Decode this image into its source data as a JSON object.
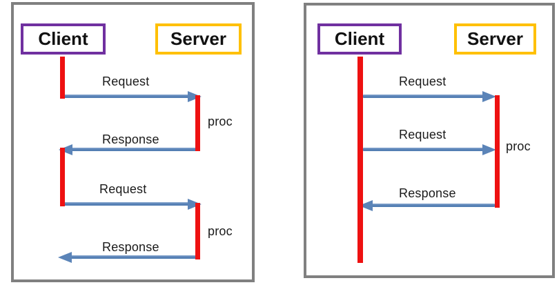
{
  "left_panel": {
    "client_label": "Client",
    "server_label": "Server",
    "request1_label": "Request",
    "proc1_label": "proc",
    "response1_label": "Response",
    "request2_label": "Request",
    "proc2_label": "proc",
    "response2_label": "Response"
  },
  "right_panel": {
    "client_label": "Client",
    "server_label": "Server",
    "request1_label": "Request",
    "request2_label": "Request",
    "proc_label": "proc",
    "response_label": "Response"
  },
  "colors": {
    "client_box_border": "#7030a0",
    "server_box_border": "#ffc000",
    "activation_bar": "#ee1111",
    "arrow": "#5b84b8",
    "panel_border": "#808080",
    "text": "#1a1a1a"
  }
}
